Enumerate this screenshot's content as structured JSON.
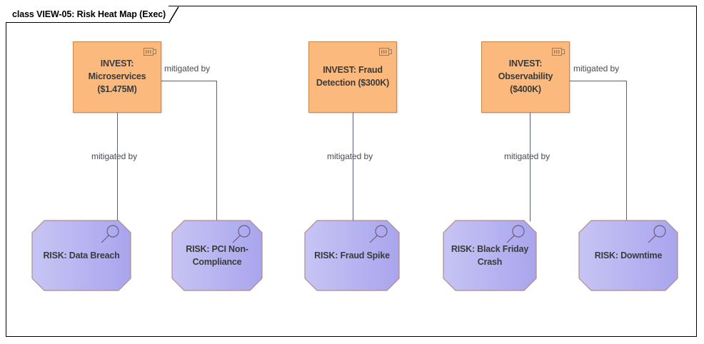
{
  "frame": {
    "title": "class VIEW-05: Risk Heat Map (Exec)",
    "border_color": "#000000",
    "background": "#ffffff"
  },
  "theme": {
    "component_fill": "#fbb97e",
    "component_border": "#c98745",
    "risk_fill_left": "#c3c0f2",
    "risk_fill_right": "#aaa6ef",
    "risk_border": "#b08b8b",
    "connector_color": "#5b5f77",
    "label_color": "#4a4a52",
    "text_color": "#3a3a3a"
  },
  "components": [
    {
      "id": "invest-microservices",
      "label": "INVEST: Microservices ($1.475M)",
      "icon": "component-icon"
    },
    {
      "id": "invest-fraud-detection",
      "label": "INVEST: Fraud Detection ($300K)",
      "icon": "component-icon"
    },
    {
      "id": "invest-observability",
      "label": "INVEST: Observability ($400K)",
      "icon": "component-icon"
    }
  ],
  "risks": [
    {
      "id": "risk-data-breach",
      "label": "RISK: Data Breach",
      "icon": "risk-lollipop-icon"
    },
    {
      "id": "risk-pci-non-compliance",
      "label": "RISK: PCI Non-Compliance",
      "icon": "risk-lollipop-icon"
    },
    {
      "id": "risk-fraud-spike",
      "label": "RISK: Fraud Spike",
      "icon": "risk-lollipop-icon"
    },
    {
      "id": "risk-black-friday-crash",
      "label": "RISK: Black Friday Crash",
      "icon": "risk-lollipop-icon"
    },
    {
      "id": "risk-downtime",
      "label": "RISK: Downtime",
      "icon": "risk-lollipop-icon"
    }
  ],
  "connectors": [
    {
      "id": "conn-microservices-data-breach",
      "label": "mitigated by",
      "from": "invest-microservices",
      "to": "risk-data-breach"
    },
    {
      "id": "conn-microservices-pci",
      "label": "mitigated by",
      "from": "invest-microservices",
      "to": "risk-pci-non-compliance"
    },
    {
      "id": "conn-fraud-detection-fraud-spike",
      "label": "mitigated by",
      "from": "invest-fraud-detection",
      "to": "risk-fraud-spike"
    },
    {
      "id": "conn-observability-black-friday",
      "label": "mitigated by",
      "from": "invest-observability",
      "to": "risk-black-friday-crash"
    },
    {
      "id": "conn-observability-downtime",
      "label": "mitigated by",
      "from": "invest-observability",
      "to": "risk-downtime"
    }
  ]
}
